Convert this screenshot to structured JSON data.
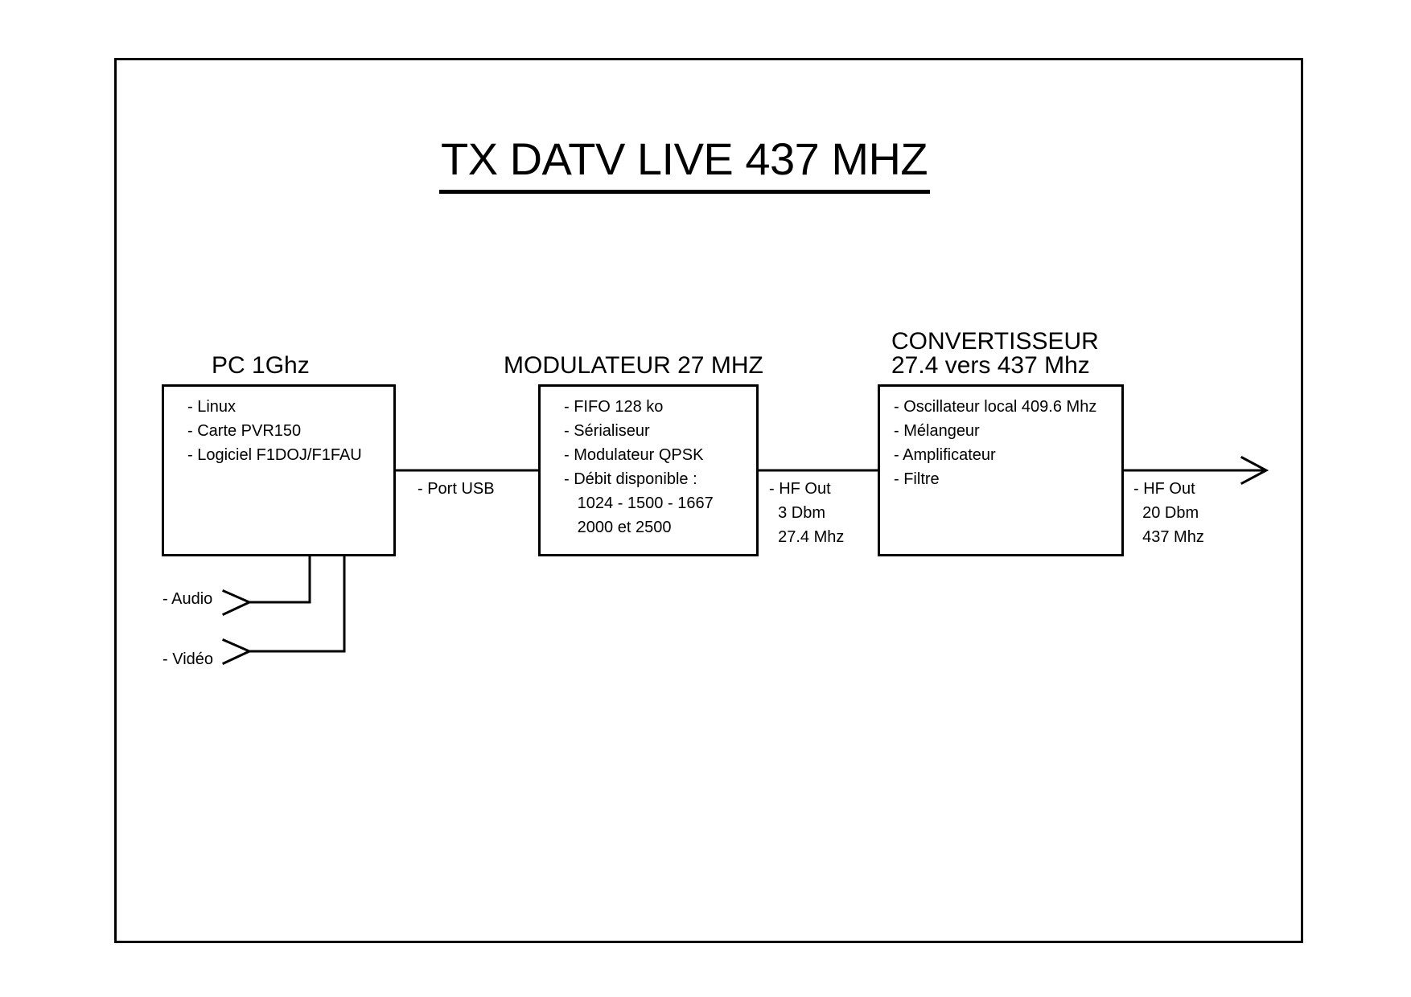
{
  "title": "TX DATV LIVE 437 MHZ",
  "blocks": {
    "pc": {
      "title": "PC 1Ghz",
      "items": [
        "- Linux",
        "- Carte PVR150",
        "- Logiciel F1DOJ/F1FAU"
      ]
    },
    "modulator": {
      "title": "MODULATEUR 27 MHZ",
      "items": [
        "- FIFO 128 ko",
        "- Sérialiseur",
        "- Modulateur QPSK",
        "- Débit disponible :",
        "   1024 - 1500 - 1667",
        "   2000 et 2500"
      ]
    },
    "converter": {
      "title_line1": "CONVERTISSEUR",
      "title_line2": "27.4 vers 437 Mhz",
      "items": [
        "- Oscillateur local 409.6 Mhz",
        "- Mélangeur",
        "- Amplificateur",
        "- Filtre"
      ]
    }
  },
  "links": {
    "pc_to_mod": {
      "lines": [
        "- Port USB"
      ]
    },
    "mod_to_conv": {
      "lines": [
        "- HF Out",
        "  3 Dbm",
        "  27.4 Mhz"
      ]
    },
    "conv_out": {
      "lines": [
        "- HF Out",
        "  20 Dbm",
        "  437 Mhz"
      ]
    }
  },
  "inputs": {
    "audio": "- Audio",
    "video": "- Vidéo"
  }
}
